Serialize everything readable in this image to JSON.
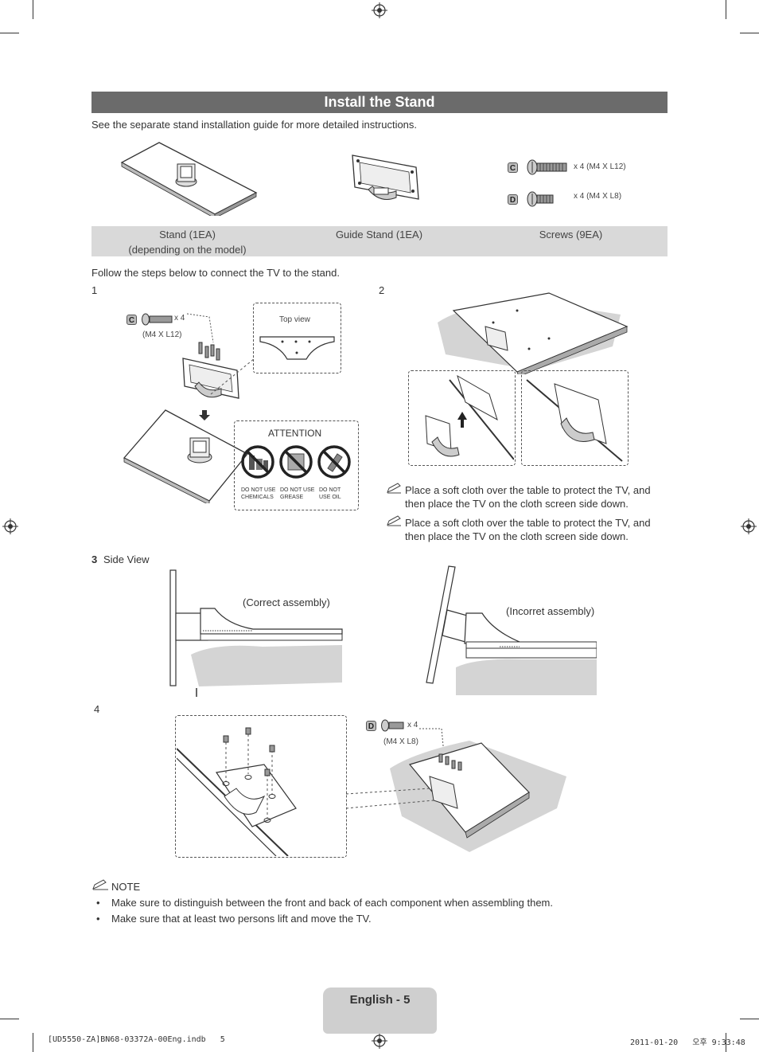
{
  "title": "Install the Stand",
  "intro": "See the separate stand installation guide for more detailed instructions.",
  "parts": {
    "stand_label": "Stand (1EA)",
    "stand_sub": "(depending on the model)",
    "guide_label": "Guide Stand (1EA)",
    "screws_label": "Screws (9EA)",
    "screw_c_letter": "C",
    "screw_c_spec": "x 4 (M4 X L12)",
    "screw_d_letter": "D",
    "screw_d_spec": "x 4 (M4 X L8)"
  },
  "follow": "Follow the steps below to connect the TV to the stand.",
  "step1": {
    "number": "1",
    "letter": "C",
    "qty": "x 4",
    "spec": "(M4 X L12)",
    "top_view": "Top view",
    "attention": "ATTENTION",
    "warn1_line1": "DO NOT USE",
    "warn1_line2": "CHEMICALS",
    "warn2_line1": "DO NOT USE",
    "warn2_line2": "GREASE",
    "warn3_line1": "DO NOT",
    "warn3_line2": "USE OIL"
  },
  "step2": {
    "number": "2",
    "note1": "Place a soft cloth over the table to protect the TV, and then place the TV on the cloth screen side down.",
    "note2": "Place a soft cloth over the table to protect the TV, and then place the TV on the cloth screen side down."
  },
  "step3": {
    "number": "3",
    "label": "Side View",
    "correct": "(Correct assembly)",
    "incorrect": "(Incorret assembly)"
  },
  "step4": {
    "number": "4",
    "letter": "D",
    "qty": "x 4",
    "spec": "(M4 X L8)"
  },
  "note": {
    "heading": "NOTE",
    "items": [
      "Make sure to distinguish between the front and back of each component when assembling them.",
      "Make sure that at least two persons lift and move the TV."
    ]
  },
  "footer": {
    "page": "English - 5",
    "file": "[UD5550-ZA]BN68-03372A-00Eng.indb   5",
    "stamp": "2011-01-20   오후 9:33:48"
  },
  "colors": {
    "title_bar": "#6b6b6b",
    "band": "#d9d9d9",
    "footer_tab": "#cfcfcf"
  }
}
